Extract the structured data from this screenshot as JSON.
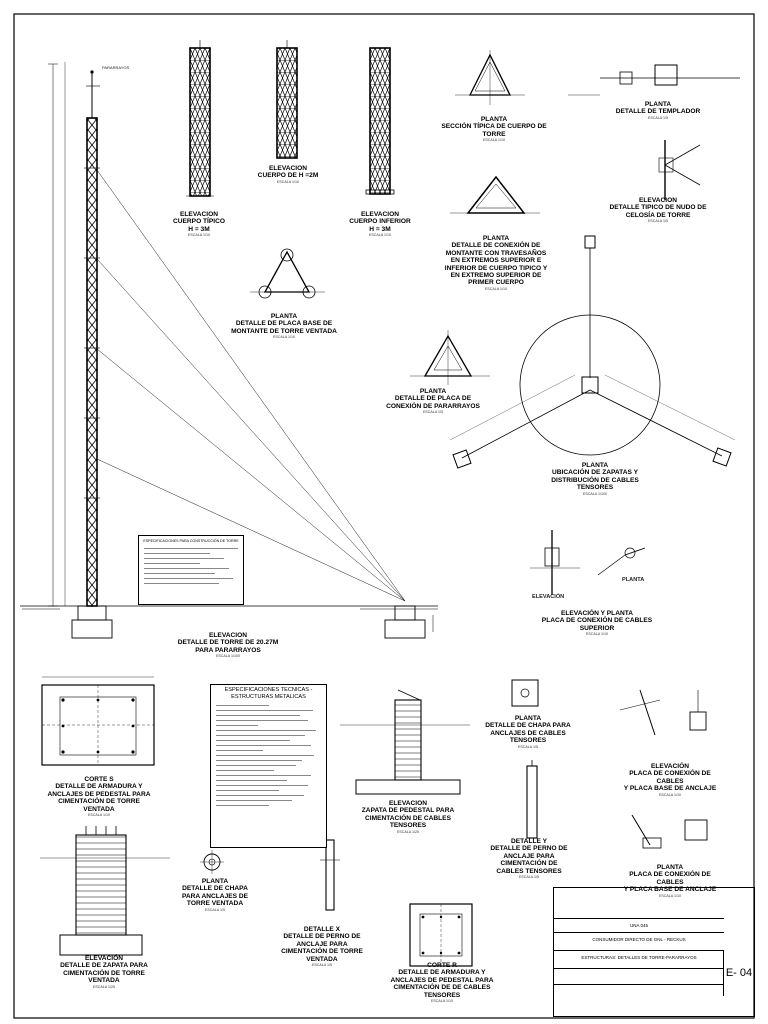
{
  "drawings": {
    "elev_tipico": {
      "title": "ELEVACION\nCUERPO TÍPICO\nH = 3M",
      "scale": "ESCALA 1/10"
    },
    "elev_h2": {
      "title": "ELEVACION\nCUERPO DE H =2M",
      "scale": "ESCALA 1/10"
    },
    "elev_inferior": {
      "title": "ELEVACION\nCUERPO INFERIOR\nH = 3M",
      "scale": "ESCALA 1/10"
    },
    "planta_seccion": {
      "title": "PLANTA\nSECCIÓN TÍPICA DE CUERPO DE\nTORRE",
      "scale": "ESCALA 1/10"
    },
    "planta_templador": {
      "title": "PLANTA\nDETALLE DE TEMPLADOR",
      "scale": "ESCALA 1/5"
    },
    "elev_nudo": {
      "title": "ELEVACION\nDETALLE TIPICO DE NUDO DE\nCELOSÍA DE TORRE",
      "scale": "ESCALA 1/5"
    },
    "planta_conexion_montante": {
      "title": "PLANTA\nDETALLE DE CONEXIÓN DE\nMONTANTE CON TRAVESAÑOS\nEN EXTREMOS SUPERIOR E\nINFERIOR DE CUERPO TIPICO Y\nEN EXTREMO SUPERIOR DE\nPRIMER CUERPO",
      "scale": "ESCALA 1/10"
    },
    "planta_placa_base": {
      "title": "PLANTA\nDETALLE DE PLACA BASE DE\nMONTANTE DE TORRE VENTADA",
      "scale": "ESCALA 1/10"
    },
    "planta_pararrayos": {
      "title": "PLANTA\nDETALLE DE PLACA DE\nCONEXIÓN DE PARARRAYOS",
      "scale": "ESCALA 1/5"
    },
    "planta_zapatas": {
      "title": "PLANTA\nUBICACIÓN DE ZAPATAS Y\nDISTRIBUCIÓN DE CABLES\nTENSORES",
      "scale": "ESCALA 1/100"
    },
    "elev_torre": {
      "title": "ELEVACION\nDETALLE DE TORRE DE 20.27M\nPARA PARARRAYOS",
      "scale": "ESCALA 1/100"
    },
    "elev_placa_cables": {
      "title": "ELEVACIÓN Y PLANTA\nPLACA DE CONEXIÓN DE CABLES\nSUPERIOR",
      "scale": "ESCALA 1/10"
    },
    "corte_s": {
      "title": "CORTE S\nDETALLE DE ARMADURA Y\nANCLAJES DE PEDESTAL PARA\nCIMENTACIÓN DE TORRE\nVENTADA",
      "scale": "ESCALA 1/10"
    },
    "elev_zapata_pedestal": {
      "title": "ELEVACION\nZAPATA DE PEDESTAL PARA\nCIMENTACIÓN DE CABLES\nTENSORES",
      "scale": "ESCALA 1/25"
    },
    "planta_chapa_cables": {
      "title": "PLANTA\nDETALLE DE CHAPA PARA\nANCLAJES DE CABLES\nTENSORES",
      "scale": "ESCALA 1/5"
    },
    "detalle_y": {
      "title": "DETALLE Y\nDETALLE DE PERNO DE\nANCLAJE PARA\nCIMENTACIÓN DE\nCABLES TENSORES",
      "scale": "ESCALA 1/5"
    },
    "elev_placa_anclaje": {
      "title": "ELEVACIÓN\nPLACA DE CONEXIÓN DE CABLES\nY PLACA BASE DE ANCLAJE",
      "scale": "ESCALA 1/10"
    },
    "planta_placa_anclaje": {
      "title": "PLANTA\nPLACA DE CONEXIÓN DE CABLES\nY PLACA BASE DE ANCLAJE",
      "scale": "ESCALA 1/10"
    },
    "elev_zapata_torre": {
      "title": "ELEVACIÓN\nDETALLE DE ZAPATA PARA\nCIMENTACIÓN DE TORRE\nVENTADA",
      "scale": "ESCALA 1/25"
    },
    "planta_chapa_torre": {
      "title": "PLANTA\nDETALLE DE CHAPA\nPARA ANCLAJES DE\nTORRE VENTADA",
      "scale": "ESCALA 1/5"
    },
    "detalle_x": {
      "title": "DETALLE X\nDETALLE DE PERNO DE\nANCLAJE PARA\nCIMENTACIÓN DE TORRE\nVENTADA",
      "scale": "ESCALA 1/5"
    },
    "corte_r": {
      "title": "CORTE R\nDETALLE DE ARMADURA Y\nANCLAJES DE PEDESTAL PARA\nCIMENTACIÓN DE DE CABLES\nTENSORES",
      "scale": "ESCALA 1/10"
    }
  },
  "labels": {
    "pararrayos": "PARARRAYOS",
    "planta": "PLANTA",
    "elevacion": "ELEVACIÓN"
  },
  "spec_torre": {
    "title": "ESPECIFICACIONES PARA CONSTRUCCIÓN DE TORRE"
  },
  "spec_tecnicas": {
    "title": "ESPECIFICACIONES TECNICAS -\nESTRUCTURAS METALICAS"
  },
  "title_block": {
    "project_code": "UNA 045",
    "client": "CONSUMIDOR DIRECTO DE GNL - RECKUS",
    "sheet_title": "ESTRUCTURAS: DETALLES DE TORRE-PARARRAYOS",
    "sheet_number": "E- 04"
  }
}
